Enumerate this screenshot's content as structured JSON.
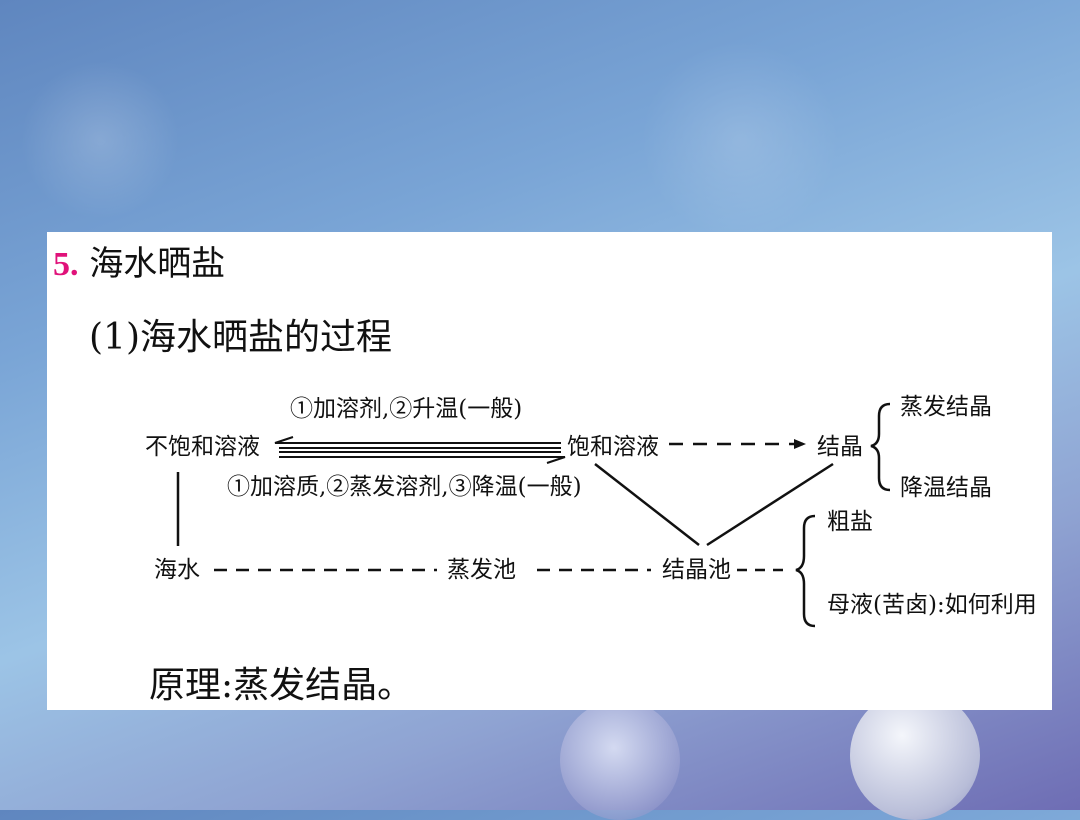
{
  "slide": {
    "heading_number": "5.",
    "heading_text": "海水晒盐",
    "subheading": "(1)海水晒盐的过程",
    "principle": "原理:蒸发结晶。"
  },
  "diagram": {
    "nodes": {
      "unsaturated": "不饱和溶液",
      "saturated": "饱和溶液",
      "crystallize": "结晶",
      "evap_cryst": "蒸发结晶",
      "cool_cryst": "降温结晶",
      "seawater": "海水",
      "evap_pond": "蒸发池",
      "cryst_pond": "结晶池",
      "crude_salt": "粗盐",
      "mother_liquor": "母液(苦卤):如何利用"
    },
    "edge_labels": {
      "sat_to_unsat": "①加溶剂,②升温(一般)",
      "unsat_to_sat": "①加溶质,②蒸发溶剂,③降温(一般)"
    }
  }
}
